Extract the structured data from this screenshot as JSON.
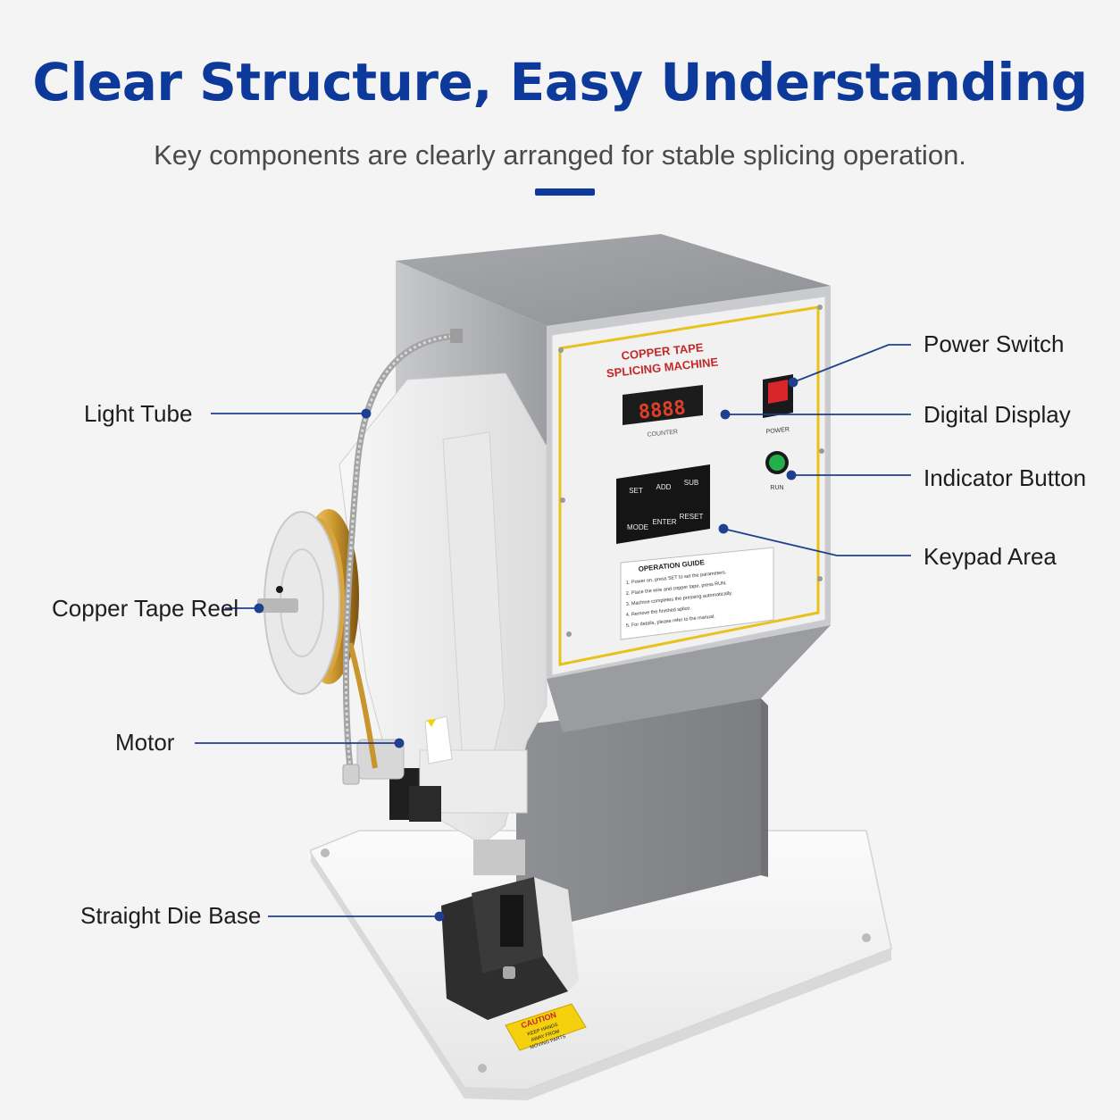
{
  "header": {
    "title": "Clear Structure, Easy Understanding",
    "subtitle": "Key components are clearly arranged for stable splicing operation."
  },
  "callouts": {
    "power_switch": "Power Switch",
    "digital_display": "Digital Display",
    "indicator_button": "Indicator Button",
    "keypad_area": "Keypad Area",
    "light_tube": "Light Tube",
    "copper_tape_reel": "Copper Tape Reel",
    "motor": "Motor",
    "straight_die_base": "Straight Die Base"
  },
  "machine": {
    "panel_title_line1": "COPPER TAPE",
    "panel_title_line2": "SPLICING MACHINE",
    "display_readout": "8888",
    "counter_label": "COUNTER",
    "power_label": "POWER",
    "run_label": "RUN",
    "keys": [
      "SET",
      "ADD",
      "SUB",
      "MODE",
      "ENTER",
      "RESET"
    ],
    "guide_title": "OPERATION GUIDE",
    "guide_steps": [
      "1. Power on, press SET to set the parameters.",
      "2. Place the wire and copper tape, press RUN.",
      "3. Machine completes the pressing automatically.",
      "4. Remove the finished splice.",
      "5. For details, please refer to the manual."
    ],
    "caution_title": "CAUTION",
    "caution_line1": "KEEP HANDS",
    "caution_line2": "AWAY FROM",
    "caution_line3": "MOVING PARTS"
  },
  "colors": {
    "brand_blue": "#0d3a9a",
    "callout_line": "#1f3f8f",
    "display_red": "#e0402a",
    "panel_title_red": "#c0282a",
    "run_green": "#22b04a",
    "power_switch_red": "#d8262b",
    "copper": "#c9962d"
  }
}
